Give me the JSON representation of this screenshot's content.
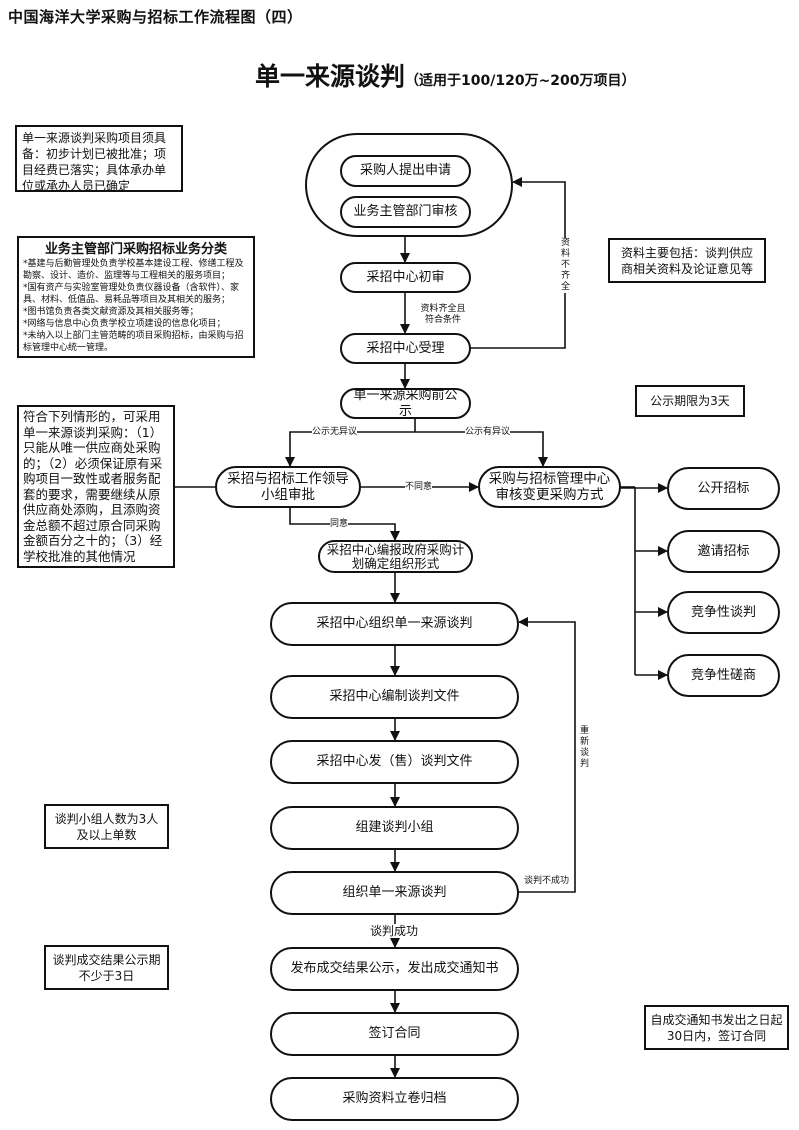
{
  "doc_title": "中国海洋大学采购与招标工作流程图（四）",
  "main_title": "单一来源谈判",
  "main_title_sub": "（适用于100/120万~200万项目）",
  "notes": {
    "prerequisites": "单一来源谈判采购项目须具备：初步计划已被批准；项目经费已落实；具体承办单位或承办人员已确定",
    "categories": {
      "title": "业务主管部门采购招标业务分类",
      "lines": [
        "*基建与后勤管理处负责学校基本建设工程、修缮工程及勘察、设计、造价、监理等与工程相关的服务项目；",
        "*国有资产与实验室管理处负责仪器设备（含软件）、家具、材料、低值品、易耗品等项目及其相关的服务；",
        "*图书馆负责各类文献资源及其相关服务等；",
        "*网络与信息中心负责学校立项建设的信息化项目；",
        "*未纳入以上部门主管范畴的项目采购招标，由采购与招标管理中心统一管理。"
      ]
    },
    "materials": "资料主要包括：谈判供应商相关资料及论证意见等",
    "publicity_period": "公示期限为3天",
    "conditions": "符合下列情形的，可采用单一来源谈判采购：（1）只能从唯一供应商处采购的；（2）必须保证原有采购项目一致性或者服务配套的要求，需要继续从原供应商处添购，且添购资金总额不超过原合同采购金额百分之十的；（3）经学校批准的其他情况",
    "team_size": "谈判小组人数为3人及以上单数",
    "result_publicity": "谈判成交结果公示期不少于3日",
    "contract_deadline": "自成交通知书发出之日起30日内，签订合同"
  },
  "nodes": {
    "apply": "采购人提出申请",
    "dept_review": "业务主管部门审核",
    "initial_review": "采招中心初审",
    "accept": "采招中心受理",
    "pre_publicity": "单一来源采购前公示",
    "leader_approval": "采招与招标工作领导小组审批",
    "change_method": "采购与招标管理中心审核变更采购方式",
    "open_tender": "公开招标",
    "invited_tender": "邀请招标",
    "competitive_negotiation": "竞争性谈判",
    "competitive_consultation": "竞争性磋商",
    "gov_plan": "采招中心编报政府采购计划确定组织形式",
    "organize": "采招中心组织单一来源谈判",
    "prepare_docs": "采招中心编制谈判文件",
    "issue_docs": "采招中心发（售）谈判文件",
    "form_team": "组建谈判小组",
    "negotiate": "组织单一来源谈判",
    "publish_result": "发布成交结果公示，发出成交通知书",
    "sign_contract": "签订合同",
    "archive": "采购资料立卷归档"
  },
  "edge_labels": {
    "materials_complete": "资料齐全且符合条件",
    "materials_incomplete": "资料不齐全",
    "no_objection": "公示无异议",
    "has_objection": "公示有异议",
    "disagree": "不同意",
    "agree": "同意",
    "renegotiate": "重新谈判",
    "negotiation_failed": "谈判不成功",
    "negotiation_success": "谈判成功"
  }
}
